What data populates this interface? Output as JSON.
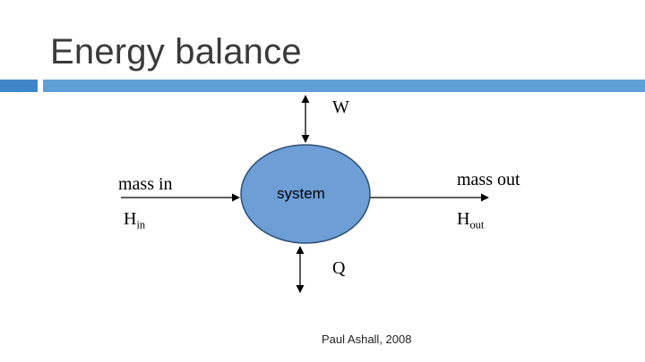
{
  "slide": {
    "title": "Energy balance"
  },
  "diagram": {
    "system_label": "system",
    "top_label": "W",
    "bottom_label": "Q",
    "left_top_label": "mass in",
    "left_bottom_label_main": "H",
    "left_bottom_label_sub": "in",
    "right_top_label": "mass out",
    "right_bottom_label_main": "H",
    "right_bottom_label_sub": "out",
    "ellipse_fill": "#6d9fd6",
    "ellipse_stroke": "#2f4f73"
  },
  "credit": "Paul Ashall, 2008",
  "colors": {
    "title_text": "#3a3a3a",
    "accent_bar_dark": "#3f86c9",
    "accent_bar_light": "#5f9fd5"
  }
}
